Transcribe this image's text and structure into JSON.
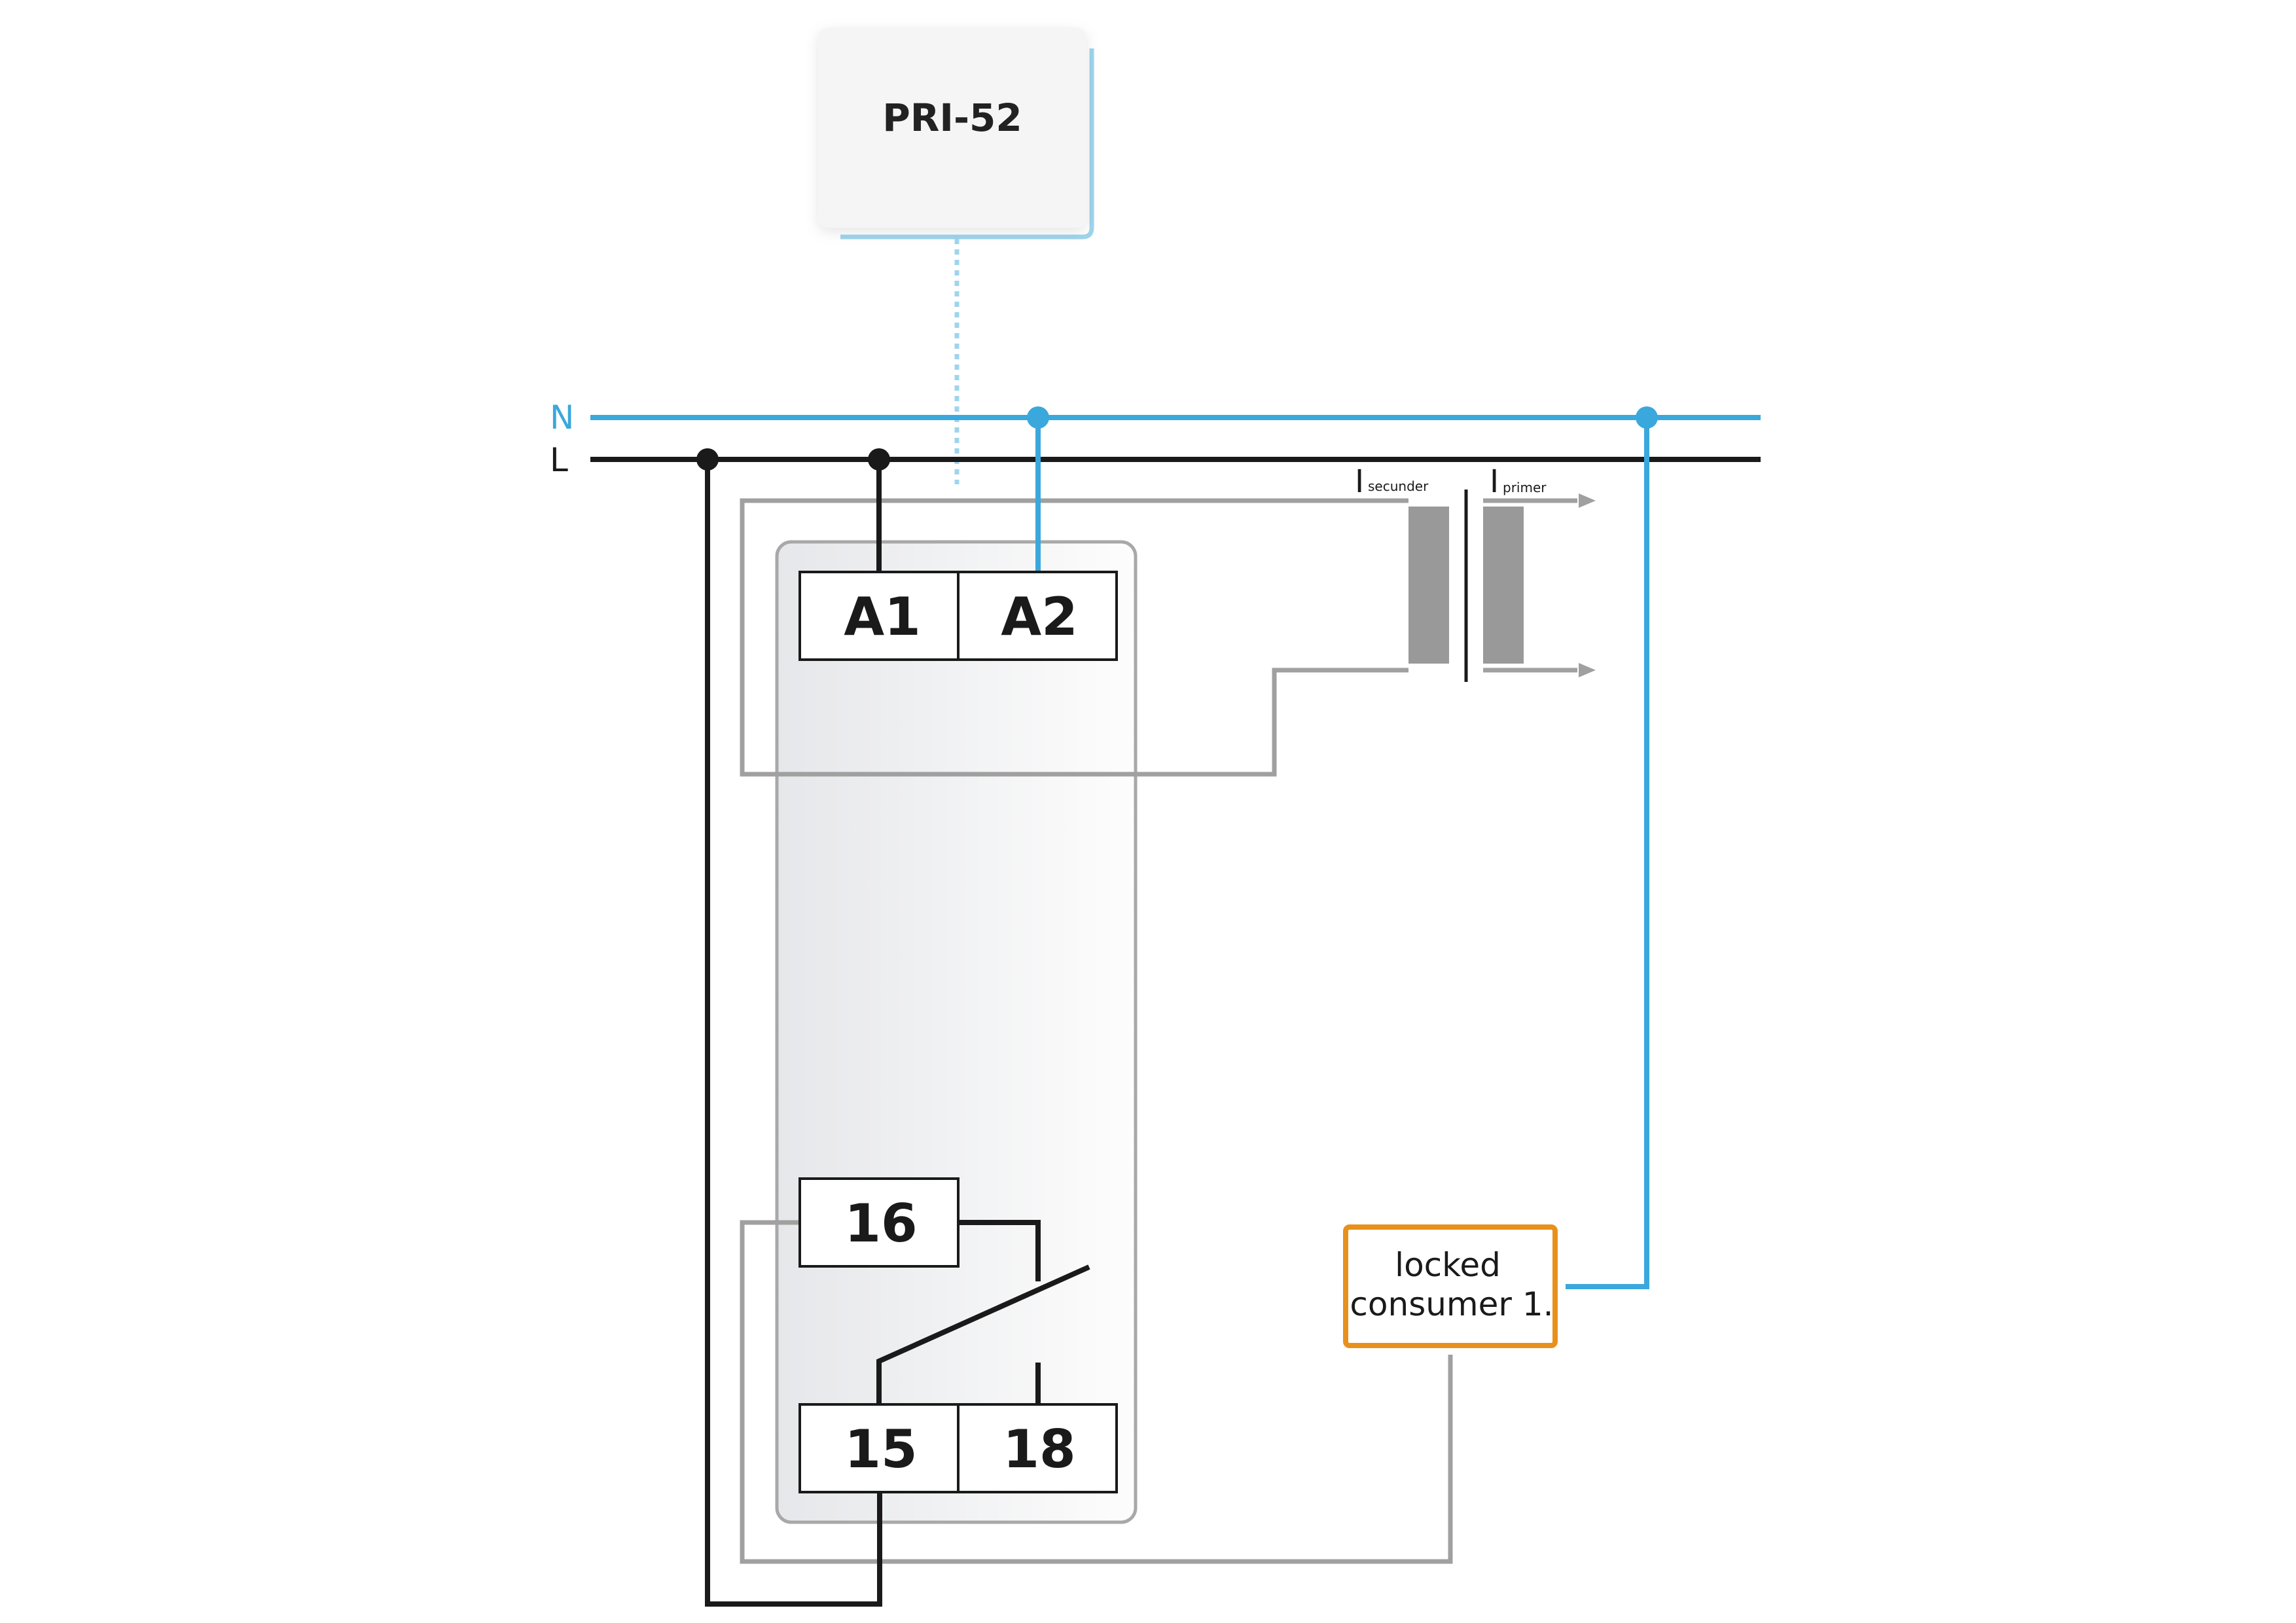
{
  "device": {
    "label": "PRI-52"
  },
  "lines": {
    "neutral_label": "N",
    "live_label": "L"
  },
  "terminals": {
    "a1": "A1",
    "a2": "A2",
    "t16": "16",
    "t15": "15",
    "t18": "18"
  },
  "transformer": {
    "secondary_symbol": "I",
    "secondary_sub": "secunder",
    "primary_symbol": "I",
    "primary_sub": "primer"
  },
  "load": {
    "line1": "locked",
    "line2": "consumer 1."
  },
  "colors": {
    "neutral": "#3aa8dc",
    "live": "#1a1a1a",
    "signal": "#a0a0a0",
    "load_border": "#e8901c",
    "device_border": "#9fd4ee",
    "core": "#999999"
  }
}
